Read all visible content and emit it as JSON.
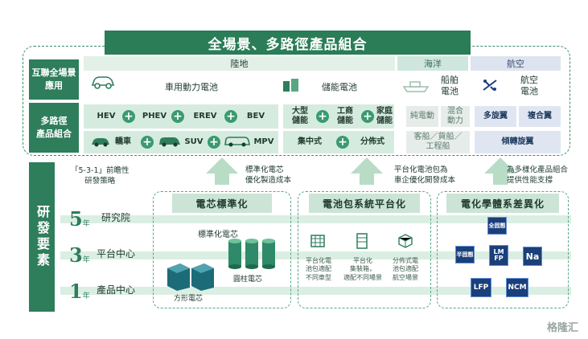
{
  "title": "全場景、多路徑產品組合",
  "row1_label": [
    "互聯全場景",
    "應用"
  ],
  "row2_label": [
    "多路徑",
    "產品組合"
  ],
  "bands": {
    "land": "陸地",
    "sea": "海洋",
    "air": "航空"
  },
  "categories": {
    "ev": "車用動力電池",
    "storage": "儲能電池",
    "ship": [
      "船舶",
      "電池"
    ],
    "aero": [
      "航空",
      "電池"
    ]
  },
  "ev_row1": [
    "HEV",
    "PHEV",
    "EREV",
    "BEV"
  ],
  "ev_row2": [
    "轎車",
    "SUV",
    "MPV"
  ],
  "storage_row1": [
    [
      "大型",
      "儲能"
    ],
    [
      "工商",
      "儲能"
    ],
    [
      "家庭",
      "儲能"
    ]
  ],
  "storage_row2": [
    "集中式",
    "分佈式"
  ],
  "ship_row1": [
    "純電動",
    [
      "混合",
      "動力"
    ]
  ],
  "ship_row2": [
    [
      "客船／貨船／",
      "工程船"
    ]
  ],
  "aero_row1": [
    "多旋翼",
    "複合翼"
  ],
  "aero_row2": [
    "傾轉旋翼"
  ],
  "rd_panel": "研發要素",
  "strategy_note": [
    "「5-3-1」前瞻性",
    "研發策略"
  ],
  "tiers": [
    {
      "num": "5",
      "unit": "年",
      "label": "研究院"
    },
    {
      "num": "3",
      "unit": "年",
      "label": "平台中心"
    },
    {
      "num": "1",
      "unit": "年",
      "label": "產品中心"
    }
  ],
  "notes": {
    "cell_std": [
      "標準化電芯",
      "優化製造成本"
    ],
    "pack": [
      "平台化電池包為",
      "車企優化開發成本"
    ],
    "chem": [
      "為多樣化產品組合",
      "提供性能支撐"
    ]
  },
  "stages": {
    "cell": "電芯標準化",
    "pack": "電池包系統平台化",
    "chem": "電化學體系差異化"
  },
  "cell_stage": {
    "std_label": "標準化電芯",
    "cyl_label": "圓柱電芯",
    "prism_label": "方形電芯"
  },
  "pack_items": [
    [
      "平台化電",
      "池包適配",
      "不同車型"
    ],
    [
      "平台化",
      "集裝箱，",
      "適配不同場景"
    ],
    [
      "分佈式電",
      "池包適配",
      "航空場景"
    ]
  ],
  "chem_items": {
    "solid": "全固態",
    "semi": "半固態",
    "lmfp": [
      "LM",
      "FP"
    ],
    "na": "Na",
    "lfp": "LFP",
    "ncm": "NCM"
  },
  "watermark": "格隆汇",
  "colors": {
    "primary": "#2e7d5b",
    "light": "#d6ebdf",
    "navy": "#1b3f7a"
  }
}
